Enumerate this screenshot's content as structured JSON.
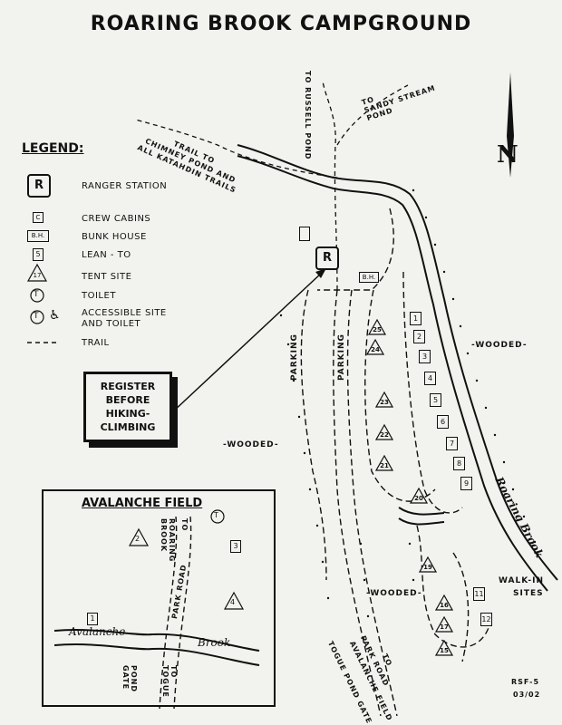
{
  "title": "ROARING BROOK CAMPGROUND",
  "legend": {
    "heading": "LEGEND:",
    "items": [
      {
        "symbol": "R",
        "label": "RANGER STATION"
      },
      {
        "symbol": "C",
        "label": "CREW CABINS"
      },
      {
        "symbol": "B.H.",
        "label": "BUNK HOUSE"
      },
      {
        "symbol": "5",
        "label": "LEAN - TO"
      },
      {
        "symbol": "17",
        "label": "TENT SITE"
      },
      {
        "symbol": "T",
        "label": "TOILET"
      },
      {
        "symbol": "T",
        "label_1": "ACCESSIBLE SITE",
        "label_2": "AND TOILET"
      },
      {
        "symbol": "trail-dashes",
        "label": "TRAIL"
      }
    ]
  },
  "trails": {
    "russell": [
      "TO",
      "RUSSELL",
      "POND"
    ],
    "sandy": [
      "TO",
      "SANDY STREAM",
      "POND"
    ],
    "chimney": [
      "TRAIL TO",
      "CHIMNEY POND AND",
      "ALL KATAHDIN TRAILS"
    ]
  },
  "north": "N",
  "register": [
    "REGISTER",
    "BEFORE",
    "HIKING-",
    "CLIMBING"
  ],
  "labels": {
    "wooded": "-WOODED-",
    "parking": "PARKING",
    "brook": "Roaring Brook",
    "walkin_1": "WALK-IN",
    "walkin_2": "SITES",
    "road_1": "TO",
    "road_2": "PARK ROAD",
    "road_3": "AVALANCHE FIELD",
    "road_4": "TOGUE POND GATE",
    "bunk": "B.H.",
    "code_1": "RSF-5",
    "code_2": "03/02"
  },
  "leantos": [
    "1",
    "2",
    "3",
    "4",
    "5",
    "6",
    "7",
    "8",
    "9"
  ],
  "tentsites": [
    "25",
    "24",
    "23",
    "22",
    "21",
    "20",
    "19",
    "16",
    "17",
    "15"
  ],
  "walkin_leantos": [
    "11",
    "12"
  ],
  "inset": {
    "title": "AVALANCHE FIELD",
    "to": "TO",
    "roaring": [
      "ROARING",
      "BROOK"
    ],
    "road": "PARK ROAD",
    "avalanche": "Avalanche",
    "brook": "Brook",
    "gate_left": [
      "POND",
      "GATE"
    ],
    "gate_right": [
      "TO",
      "TOGUE"
    ],
    "sites": {
      "t2": "2",
      "l3": "3",
      "t4": "4",
      "l1": "1"
    }
  }
}
